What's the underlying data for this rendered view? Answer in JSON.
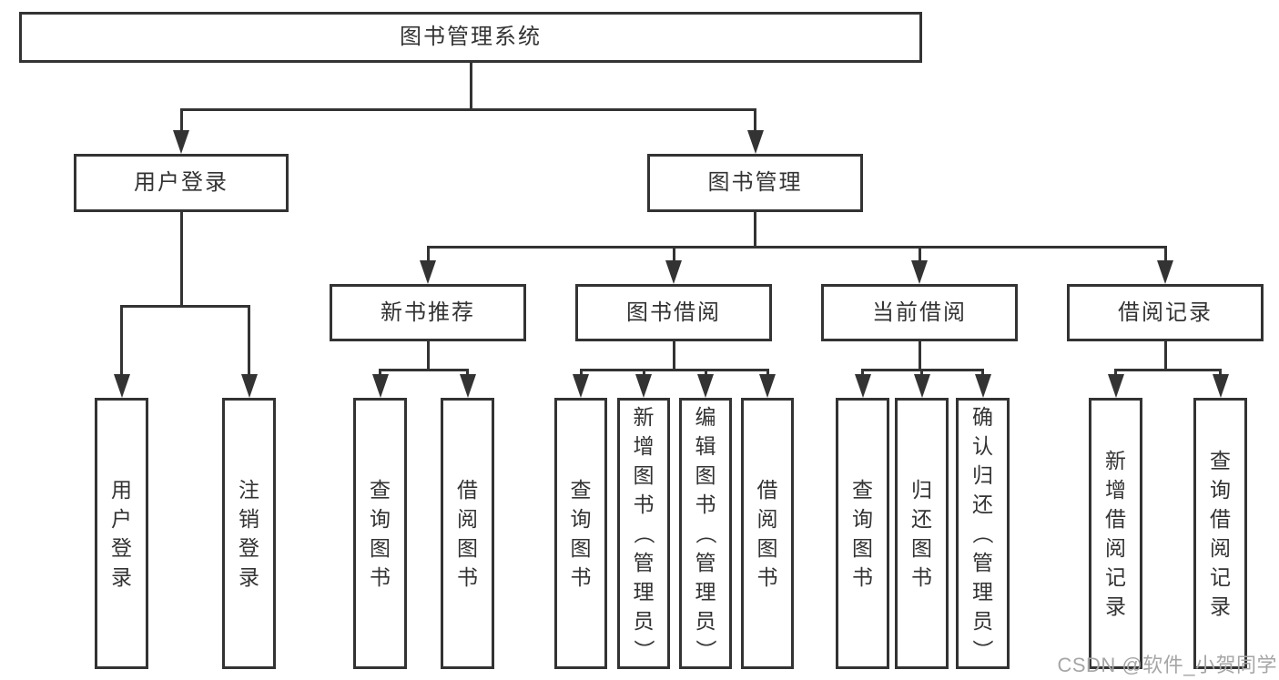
{
  "diagram": {
    "type": "tree",
    "root": {
      "id": "root",
      "label": "图书管理系统",
      "children": [
        {
          "id": "user-login",
          "label": "用户登录",
          "children": [
            {
              "id": "leaf-user-login",
              "label": "用户登录",
              "vertical": true
            },
            {
              "id": "leaf-logout",
              "label": "注销登录",
              "vertical": true
            }
          ]
        },
        {
          "id": "book-mgmt",
          "label": "图书管理",
          "children": [
            {
              "id": "new-book-rec",
              "label": "新书推荐",
              "children": [
                {
                  "id": "nbr-query-book",
                  "label": "查询图书",
                  "vertical": true
                },
                {
                  "id": "nbr-borrow-book",
                  "label": "借阅图书",
                  "vertical": true
                }
              ]
            },
            {
              "id": "book-borrow",
              "label": "图书借阅",
              "children": [
                {
                  "id": "bb-query-book",
                  "label": "查询图书",
                  "vertical": true
                },
                {
                  "id": "bb-add-book",
                  "label": "新增图书（管理员）",
                  "vertical": true
                },
                {
                  "id": "bb-edit-book",
                  "label": "编辑图书（管理员）",
                  "vertical": true
                },
                {
                  "id": "bb-borrow-book",
                  "label": "借阅图书",
                  "vertical": true
                }
              ]
            },
            {
              "id": "current-borrow",
              "label": "当前借阅",
              "children": [
                {
                  "id": "cb-query-book",
                  "label": "查询图书",
                  "vertical": true
                },
                {
                  "id": "cb-return-book",
                  "label": "归还图书",
                  "vertical": true
                },
                {
                  "id": "cb-confirm-return",
                  "label": "确认归还（管理员）",
                  "vertical": true
                }
              ]
            },
            {
              "id": "borrow-records",
              "label": "借阅记录",
              "children": [
                {
                  "id": "br-add-record",
                  "label": "新增借阅记录",
                  "vertical": true
                },
                {
                  "id": "br-query-record",
                  "label": "查询借阅记录",
                  "vertical": true
                }
              ]
            }
          ]
        }
      ]
    }
  },
  "watermark": {
    "text": "CSDN @软件_小贺同学"
  },
  "colors": {
    "line": "#333333",
    "text": "#333333",
    "background": "#ffffff",
    "watermark": "#a6a6a6"
  }
}
